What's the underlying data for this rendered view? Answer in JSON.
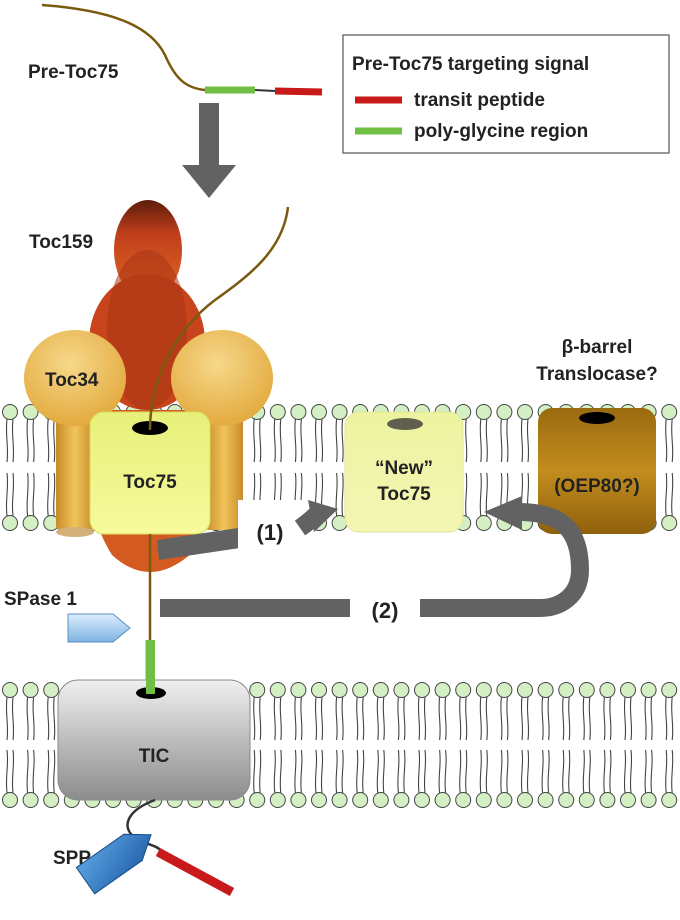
{
  "labels": {
    "pre_toc75": "Pre-Toc75",
    "toc159": "Toc159",
    "toc34": "Toc34",
    "toc75": "Toc75",
    "new_toc75_line1": "“New”",
    "new_toc75_line2": "Toc75",
    "barrel_line1": "β-barrel",
    "barrel_line2": "Translocase?",
    "oep80": "(OEP80?)",
    "pathway1": "(1)",
    "pathway2": "(2)",
    "spase1": "SPase 1",
    "tic": "TIC",
    "spp": "SPP"
  },
  "legend": {
    "title": "Pre-Toc75 targeting signal",
    "items": [
      {
        "label": "transit peptide",
        "color": "#c81a1a"
      },
      {
        "label": "poly-glycine region",
        "color": "#6fbf45"
      }
    ]
  },
  "colors": {
    "transit_peptide": "#c81a1a",
    "poly_glycine": "#6fbf45",
    "arrow_gray": "#626262",
    "lipid_head": "#d4efc3",
    "polypeptide": "#7a5a10"
  }
}
